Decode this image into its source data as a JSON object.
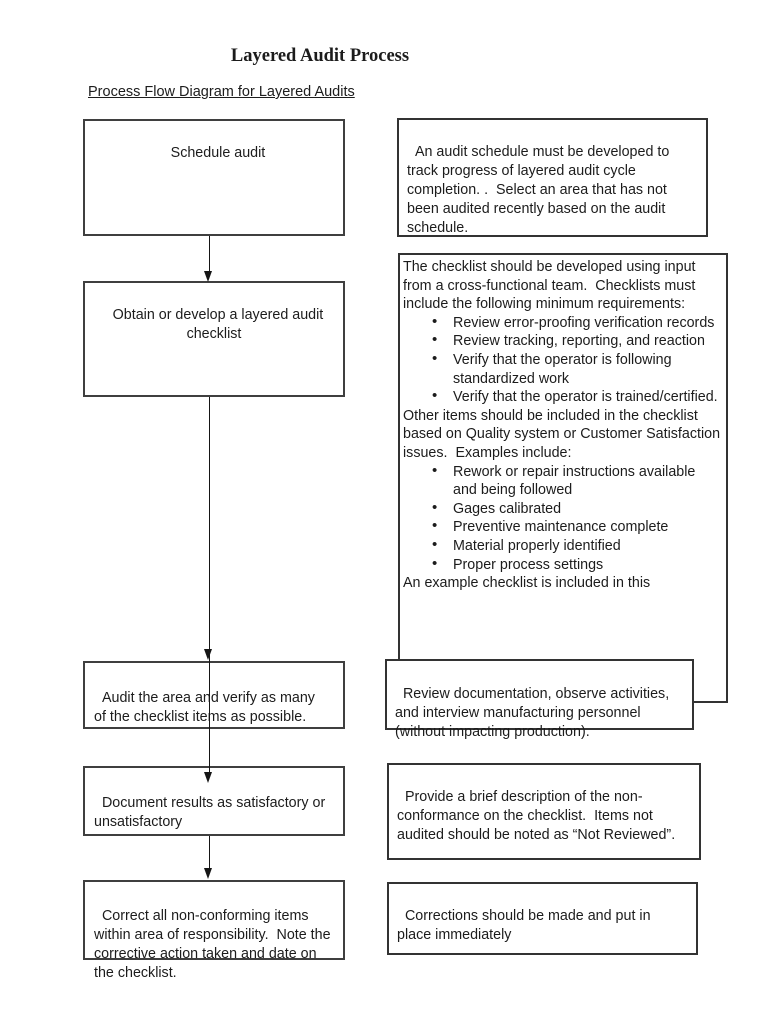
{
  "page": {
    "title": "Layered Audit Process",
    "subtitle": "Process Flow Diagram for Layered Audits"
  },
  "flow": {
    "steps": [
      {
        "label": "Schedule audit"
      },
      {
        "label": "Obtain or develop a layered audit checklist"
      },
      {
        "label": "Audit the area and verify as many of the checklist items as possible."
      },
      {
        "label": "Document results as satisfactory or unsatisfactory"
      },
      {
        "label": "Correct all non-conforming items within area of responsibility.  Note the corrective action taken and date on the checklist."
      }
    ]
  },
  "notes": {
    "schedule": "An audit schedule must be developed to track progress of layered audit cycle completion. .  Select an area that has not been audited recently based on the audit schedule.",
    "checklist": {
      "intro": "The checklist should be developed using input from a cross-functional team.  Checklists must include the following minimum requirements:",
      "requirements": [
        "Review error-proofing verification records",
        "Review tracking, reporting, and reaction",
        "Verify that the operator is following standardized work",
        "Verify that the operator is trained/certified."
      ],
      "other_intro": "Other items should be included in the checklist based on Quality system or Customer Satisfaction issues.  Examples include:",
      "examples": [
        "Rework or repair instructions available and being followed",
        "Gages calibrated",
        "Preventive maintenance complete",
        "Material properly identified",
        "Proper process settings"
      ],
      "footer": "An example checklist is included in this"
    },
    "review": "Review documentation, observe activities, and interview manufacturing personnel (without impacting production).",
    "document": "Provide a brief description of the non-conformance on the checklist.  Items not audited should be noted as “Not Reviewed”.",
    "correct": "Corrections should be made and put in place immediately"
  }
}
